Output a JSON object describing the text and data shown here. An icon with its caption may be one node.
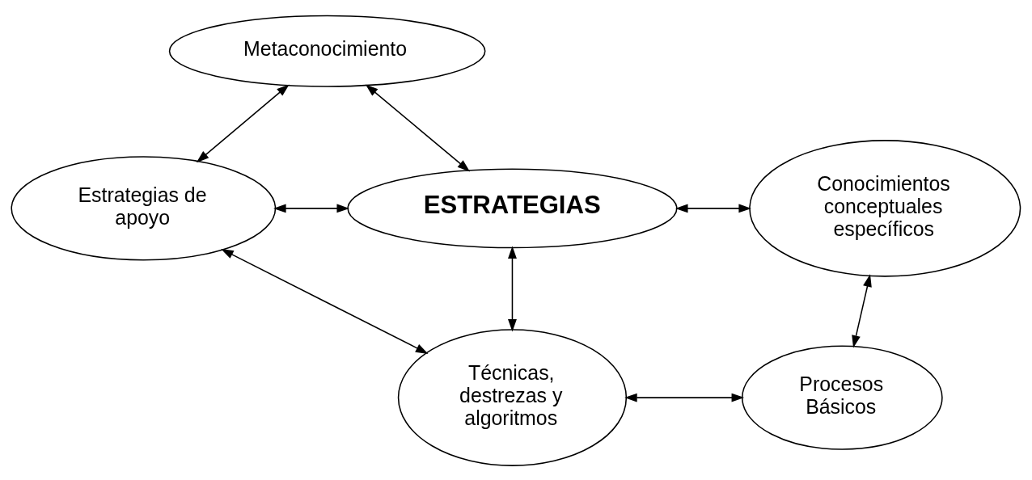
{
  "diagram": {
    "nodes": [
      {
        "text": [
          "Metaconocimiento"
        ]
      },
      {
        "text": [
          "Estrategias de apoyo"
        ]
      },
      {
        "text": [
          "ESTRATEGIAS"
        ]
      },
      {
        "text": [
          "Conocimientos conceptuales específicos"
        ]
      },
      {
        "text": [
          "Técnicas, destrezas y algoritmos"
        ]
      },
      {
        "text": [
          "Procesos Básicos"
        ]
      }
    ],
    "edges": [
      {
        "from": 0,
        "to": 1,
        "arrow": "both"
      },
      {
        "from": 0,
        "to": 2,
        "arrow": "both"
      },
      {
        "from": 1,
        "to": 2,
        "arrow": "both"
      },
      {
        "from": 2,
        "to": 3,
        "arrow": "both"
      },
      {
        "from": 1,
        "to": 4,
        "arrow": "both"
      },
      {
        "from": 4,
        "to": 2,
        "arrow": "both"
      },
      {
        "from": 4,
        "to": 5,
        "arrow": "both"
      },
      {
        "from": 5,
        "to": 3,
        "arrow": "both"
      }
    ]
  }
}
